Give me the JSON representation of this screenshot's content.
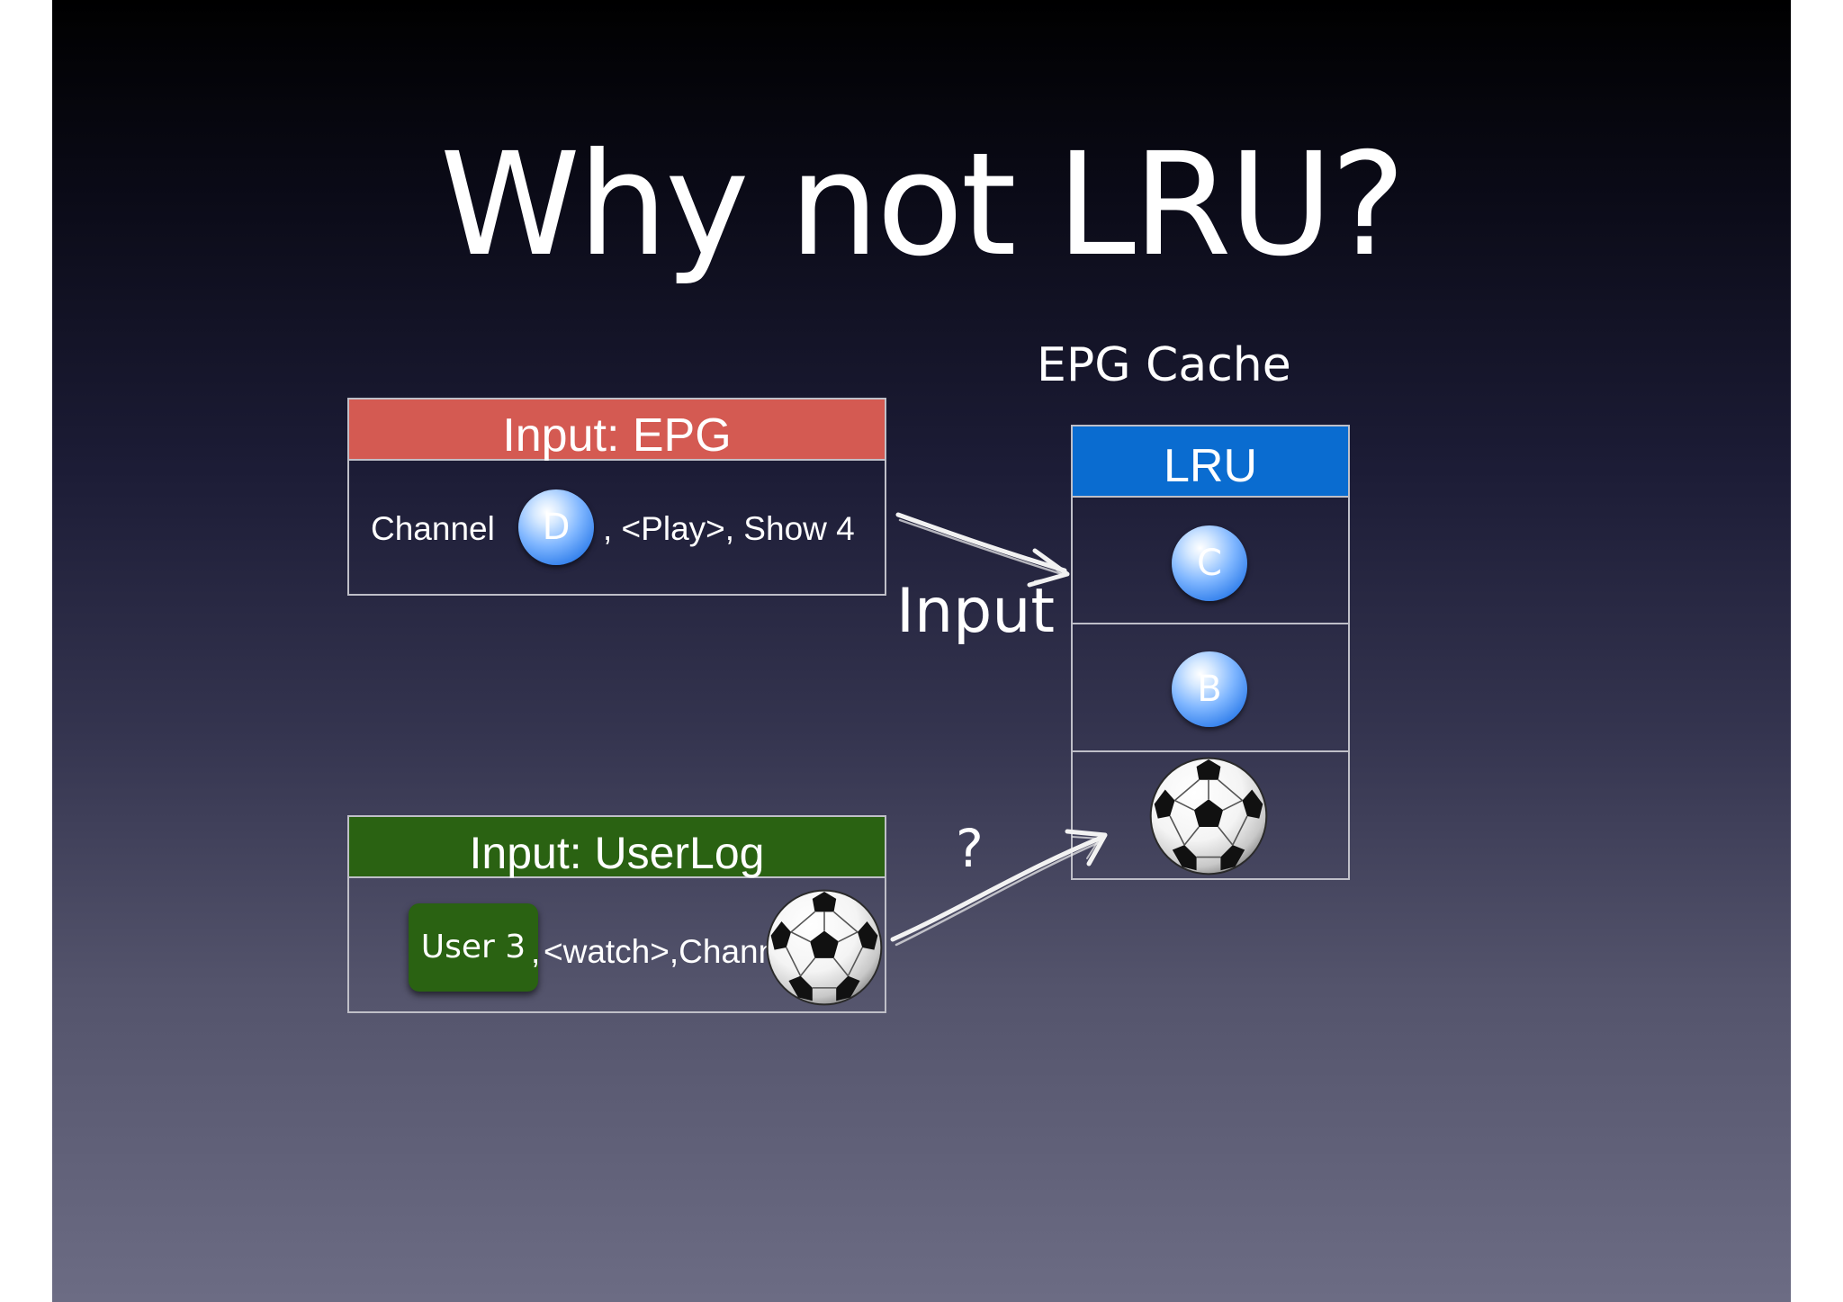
{
  "slide": {
    "title": "Why not LRU?",
    "cache_title": "EPG Cache"
  },
  "epg_input": {
    "header": "Input: EPG",
    "prefix": "Channel",
    "channel": "D",
    "suffix": ", <Play>, Show 4",
    "header_color": "#d45a52"
  },
  "userlog_input": {
    "header": "Input: UserLog",
    "user": "User 3",
    "comma": ",",
    "action": "<watch>,Channel",
    "channel_icon": "soccer-ball-icon",
    "header_color": "#2a6212"
  },
  "lru": {
    "header": "LRU",
    "header_color": "#0a6cd0",
    "slots": [
      {
        "label": "C",
        "icon": "bubble"
      },
      {
        "label": "B",
        "icon": "bubble"
      },
      {
        "label": "",
        "icon": "soccer-ball-icon"
      }
    ]
  },
  "annotations": {
    "input_label": "Input",
    "question": "?"
  }
}
